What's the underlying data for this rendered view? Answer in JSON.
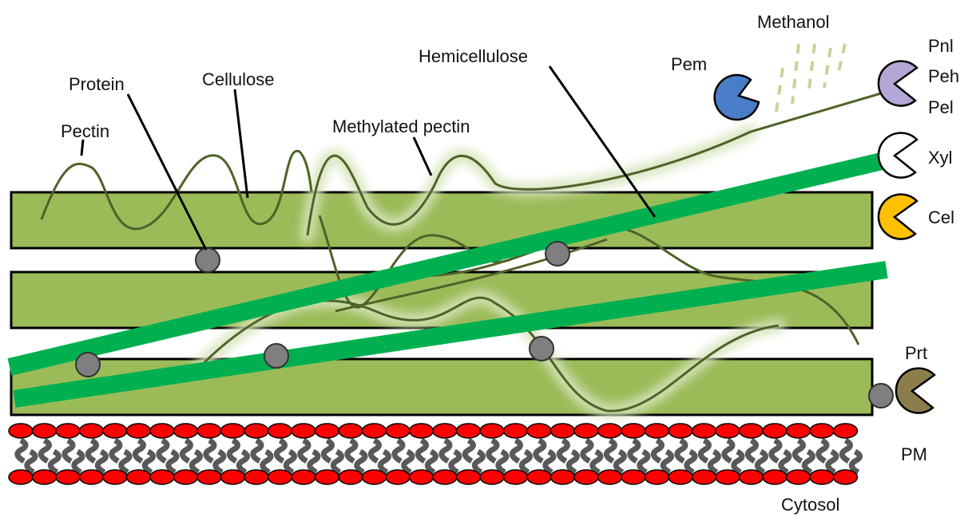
{
  "labels": {
    "pectin": "Pectin",
    "protein": "Protein",
    "cellulose": "Cellulose",
    "methylated_pectin": "Methylated pectin",
    "hemicellulose": "Hemicellulose",
    "methanol": "Methanol",
    "pem": "Pem",
    "pnl": "Pnl",
    "peh": "Peh",
    "pel": "Pel",
    "xyl": "Xyl",
    "cel": "Cel",
    "prt": "Prt",
    "pm": "PM",
    "cytosol": "Cytosol"
  },
  "colors": {
    "cellulose_fill": "#9bbb59",
    "hemicellulose_rod": "#00b050",
    "pectin_strand": "#4f6228",
    "glow": "#d7e4bc",
    "protein_ball": "#7f7f7f",
    "methanol_dash": "#c3d69b",
    "pem_enzyme": "#4a7dc8",
    "pnl_enzyme": "#b4a7d6",
    "xyl_enzyme": "#ffffff",
    "cel_enzyme": "#ffc000",
    "prt_enzyme": "#8c7d4c",
    "membrane_head": "#ff0000",
    "membrane_tail": "#595959"
  },
  "icons": {
    "pem": "pacman-enzyme-icon",
    "pnl": "pacman-enzyme-icon",
    "xyl": "pacman-enzyme-icon",
    "cel": "pacman-enzyme-icon",
    "prt": "pacman-enzyme-icon",
    "protein": "circle-icon"
  }
}
